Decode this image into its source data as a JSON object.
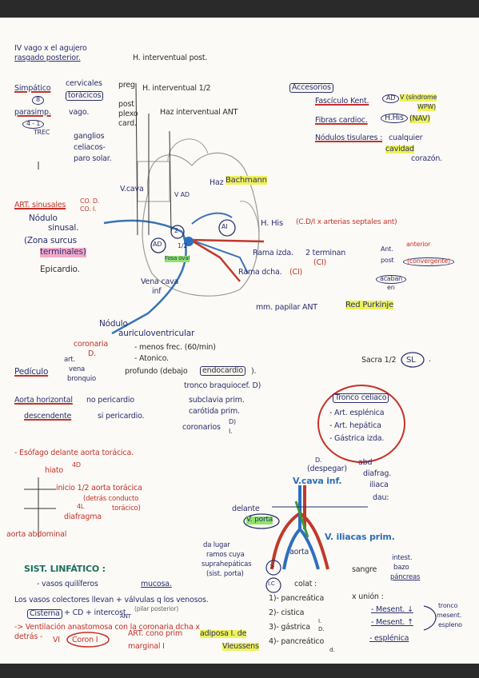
{
  "top": {
    "line1": "IV vago x el agujero",
    "line2": "rasgado posterior.",
    "simpatico": "Simpático",
    "simpatico_num": "8",
    "cervicales": "cervicales",
    "toracicos": "torácicos",
    "preg": "preg",
    "post": "post",
    "plexo": "plexo",
    "card": "card.",
    "parasimp": "parasimp.",
    "vago": "vago.",
    "trec_a": "4 - 1",
    "trec_b": "TREC",
    "ganglios1": "ganglios",
    "ganglios2": "celiacos-",
    "ganglios3": "paro solar."
  },
  "heart": {
    "h_post": "H. interventual post.",
    "h_half": "H. interventual 1/2",
    "haz_ant": "Haz interventual ANT",
    "vcava_sup": "V.cava",
    "vAD": "V AD",
    "bachmann_pre": "Haz",
    "bachmann": "Bachmann",
    "art_sinusales": "ART. sinusales",
    "cd": "CO. D.",
    "ci": "CO. I.",
    "nodulo1": "Nódulo",
    "nodulo2": "sinusal.",
    "zona1": "(Zona surcus",
    "zona2": "terminales)",
    "epicardio": "Epicardio.",
    "ad": "AD",
    "n2": "2",
    "ai": "AI",
    "half": "1/2",
    "fosa": "Fosa oval",
    "rama_izda": "Rama izda.",
    "rama_dcha": "Rama dcha.",
    "ci_a": "(CI)",
    "ci_b": "(CI)",
    "vena_cava_inf1": "Vena cava",
    "vena_cava_inf2": "inf",
    "tronco": "H. His",
    "tronco_rest": "(C.D/I x arterias septales ant)",
    "terminan": "2 terminan",
    "art": "Ant.",
    "post2": "post",
    "anterior": "anterior",
    "cauvergente": "(convergente)",
    "acaban1": "acaban",
    "acaban2": "en",
    "mm_pap": "mm. papilar ANT",
    "purkinje": "Red Purkinje"
  },
  "atrio": {
    "n1": "Nódulo",
    "n2": "auriculoventricular",
    "cor": "coronaria",
    "cor_d": "D.",
    "f1": "- menos frec. (60/min)",
    "f2": "- Atonico.",
    "prof1": "profundo (debajo",
    "prof2": "endocardio",
    "prof3": ")."
  },
  "right_list": {
    "title": "Accesorios",
    "i1": "Fascículo Kent.",
    "i1b": "AD",
    "i1c": "V (síndrome",
    "i1d": "WPW)",
    "i2": "Fibras cardioc.",
    "i2b": "H.His",
    "i2c": "(NAV)",
    "i3": "Nódulos tisulares :",
    "i3b": "cualquier",
    "i3c": "cavidad",
    "i3d": "corazón."
  },
  "pediculo": {
    "p": "Pedículo",
    "p_a1": "art.",
    "p_a2": "vena",
    "p_a3": "bronquio",
    "ao_h": "Aorta horizontal",
    "ao_h2": "no pericardio",
    "ao_d": "descendente",
    "ao_d2": "si pericardio.",
    "tronco_b": "tronco braquiocef. D)",
    "subclavia": "subclavia prim.",
    "carotida": "carótida prim.",
    "coronarios": "coronarios",
    "cor_d": "D)",
    "cor_i": "I."
  },
  "sacra": {
    "t": "Sacra 1/2",
    "sl": "SL",
    "dot": "."
  },
  "tronco_celiaco": {
    "title": "Tronco celiaco",
    "a": "- Art. esplénica",
    "b": "- Art. hepática",
    "c": "- Gástrica izda."
  },
  "esofago": {
    "line": "- Esófago delante aorta torácica.",
    "hiato": "hiato",
    "h_num": "4D",
    "inicio": "inicio 1/2 aorta torácica",
    "detras": "(detrás conducto",
    "toracico": "torácico)",
    "l4": "4L",
    "diafr": "diafragma",
    "aorta_abd": "aorta abdominal"
  },
  "vena": {
    "d": "D.",
    "despegue": "(despegar)",
    "abd": "abd",
    "diafrag": "diafrag.",
    "iliaca": "iliaca",
    "dau": "dau:",
    "vcava_inf": "V.cava inf.",
    "delante": "delante",
    "v_porta": "V. porta",
    "v_iliacas": "V. iliacas prim.",
    "aorta": "aorta",
    "hilo": "da lugar",
    "ramos": "ramos cuya",
    "suprah": "suprahepáticas",
    "sist": "(sist. porta)",
    "gt": "> ",
    "ic": "I.C"
  },
  "linfatico": {
    "title": "SIST. LINFÁTICO :",
    "l1": "- vasos quilíferos",
    "l1b": "mucosa.",
    "l2": "Los vasos colectores llevan + válvulas q los venosos.",
    "l3": "Cisterna",
    "l3b": "+ CD + intercost.",
    "l3c": "ANT",
    "l3d": "(pilar posterior)",
    "l4": "-> Ventilación anastomosa con la coronaria dcha x",
    "l5": "detrás -",
    "vi": "VI",
    "coron": "Coron I",
    "art_cono": "ART. cono prim",
    "adipos": "adiposa I. de",
    "marginal": "marginal I",
    "vieussens": "Vieussens"
  },
  "colat": {
    "c": "colat :",
    "c1": "1)- pancreática",
    "c2": "2)- cistica",
    "c3": "3)- gástrica",
    "c3b": "I.",
    "c3c": "D.",
    "c4": "4)- pancreático",
    "c4b": "d.",
    "sangre": "sangre",
    "sg1": "intest.",
    "sg2": "bazo",
    "sg3": "páncreas",
    "union": "x unión :",
    "u1": "- Mesent. ↓",
    "u2": "- Mesent. ↑",
    "u3": "- esplénica",
    "tronco": "tronco",
    "mesent": "mesent.",
    "esplen": "espleno"
  }
}
